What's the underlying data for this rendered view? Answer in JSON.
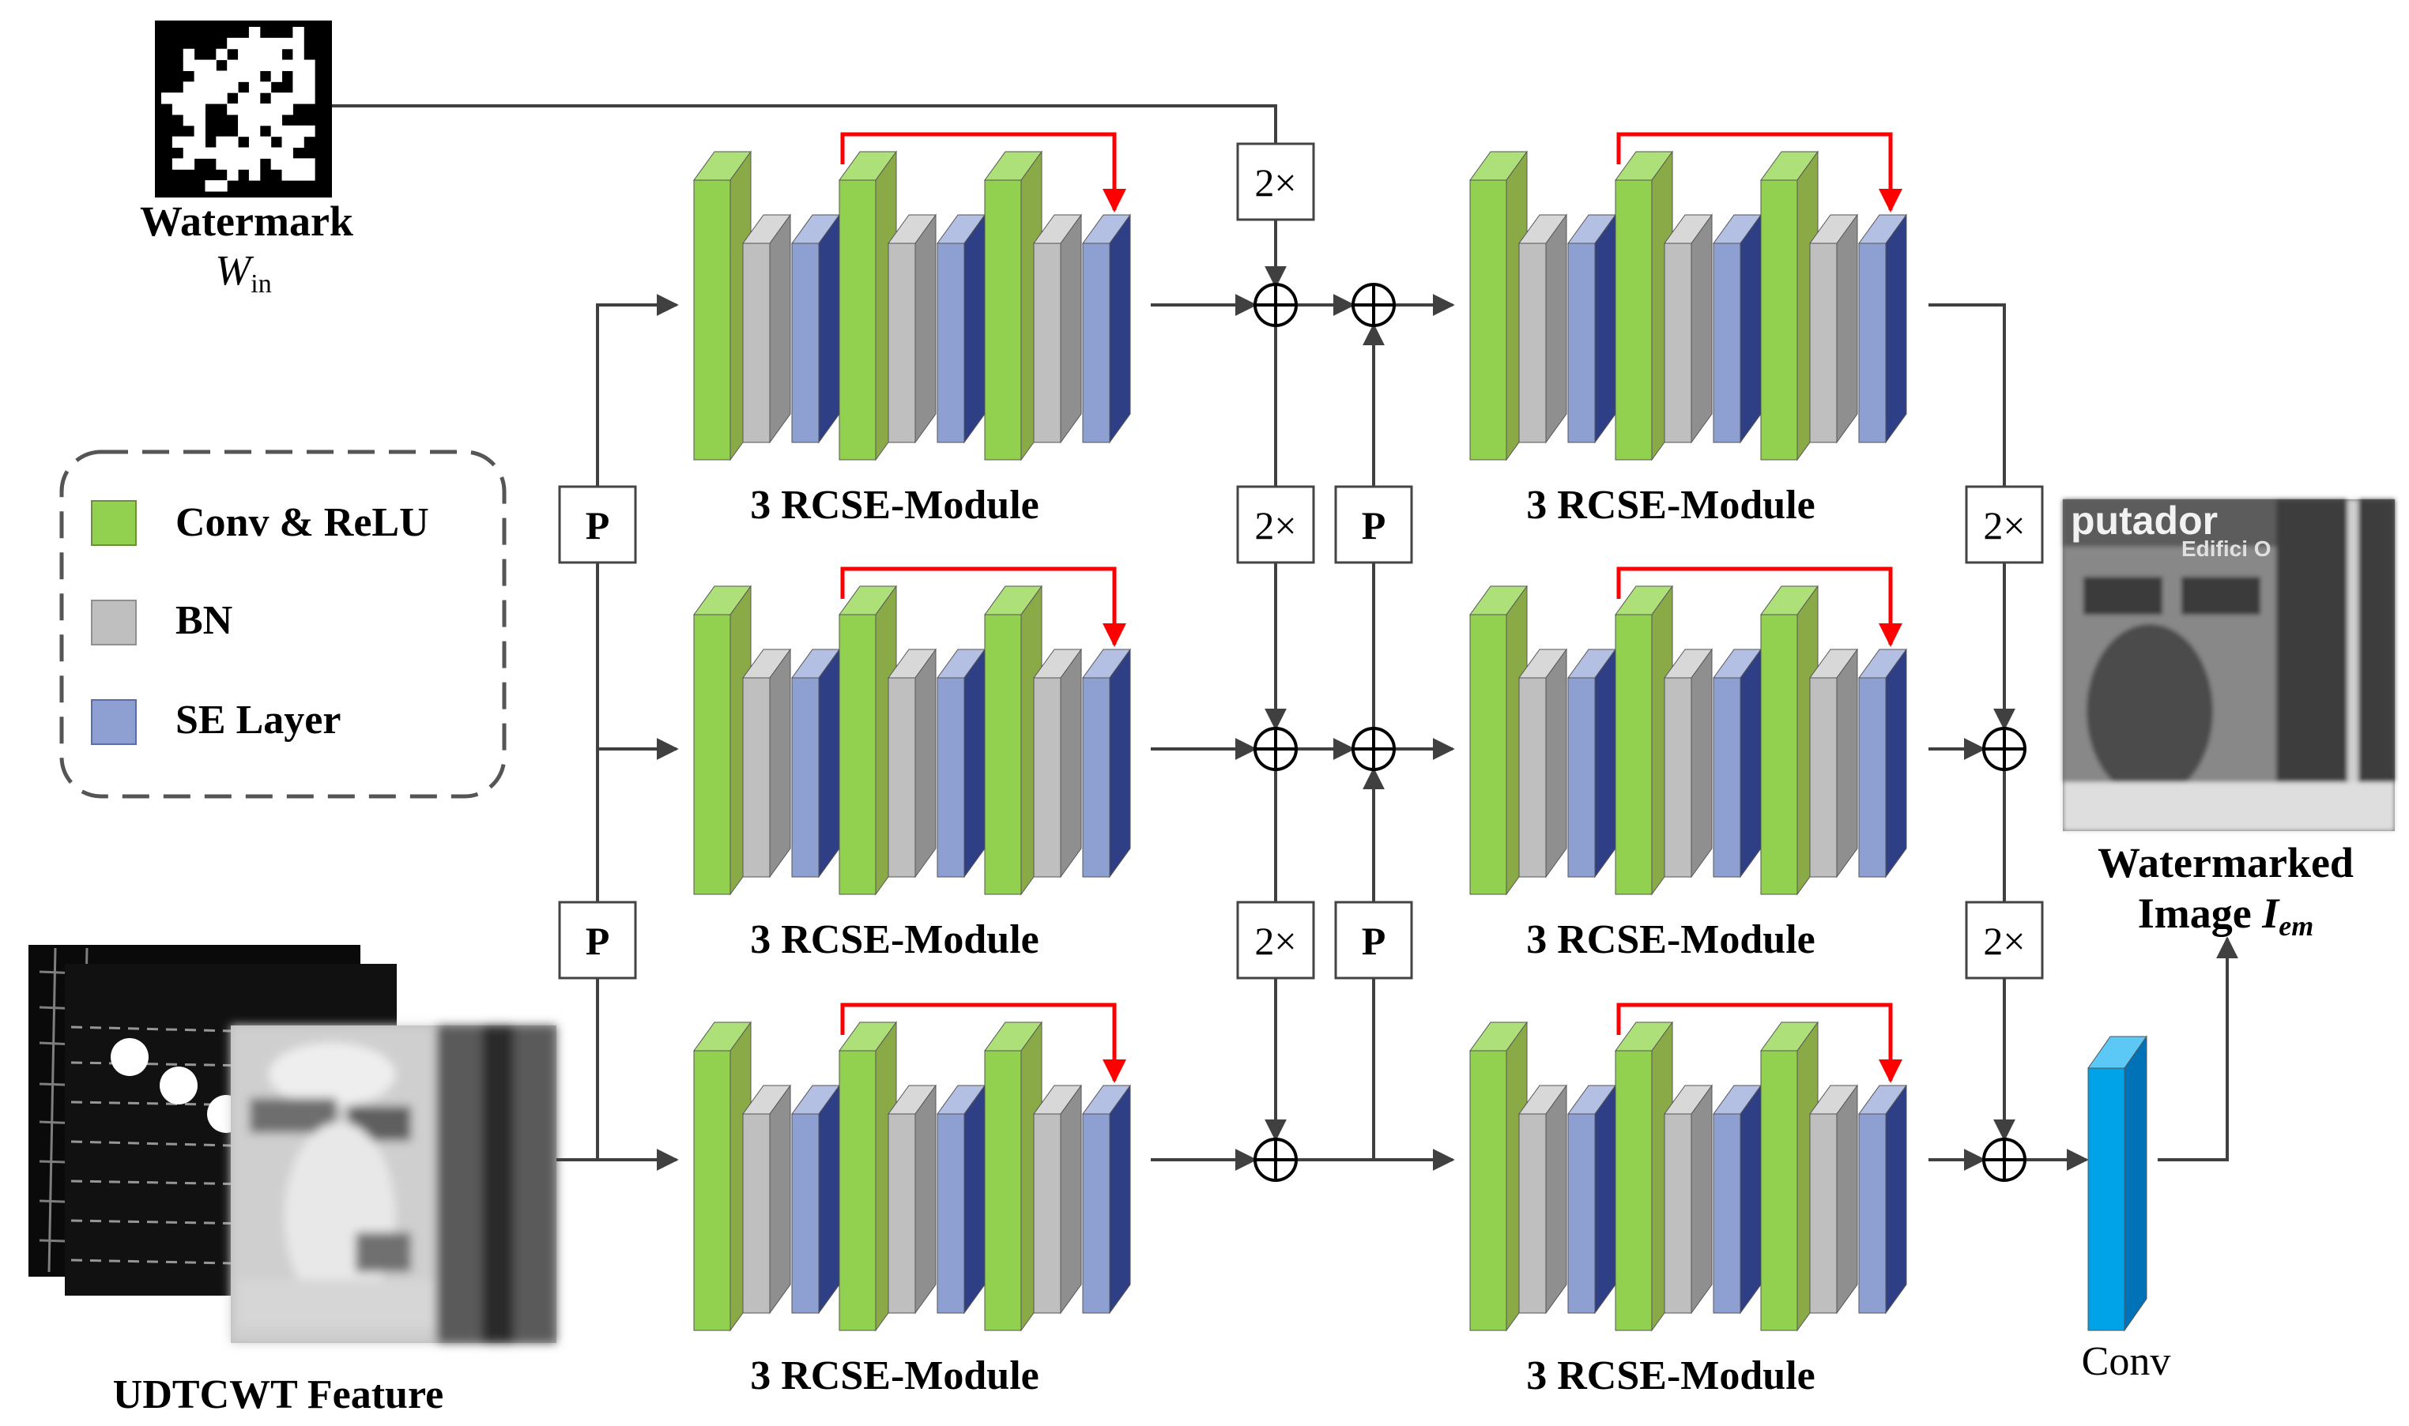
{
  "watermark": {
    "label": "Watermark",
    "symbol": "W",
    "subscript": "in",
    "bitmap": [
      "000000001000100",
      "000000111111100",
      "001001011110100",
      "001110111111110",
      "000111111010110",
      "001111101100110",
      "111111011011110",
      "011100111111000",
      "001100011110000",
      "000100011011110",
      "011101101101100",
      "001111111111000",
      "011001111011110",
      "000000101001110",
      "000011000000000"
    ]
  },
  "legend": {
    "items": [
      {
        "label": "Conv & ReLU",
        "color": "#92d050"
      },
      {
        "label": "BN",
        "color": "#bfbfbf"
      },
      {
        "label": "SE Layer",
        "color": "#8ea0d2"
      }
    ]
  },
  "modules": {
    "label": "3 RCSE-Module"
  },
  "ops": {
    "pool": "P",
    "upsample": "2×"
  },
  "feature": {
    "label": "UDTCWT Feature"
  },
  "output": {
    "line1": "Watermarked",
    "line2_text": "Image ",
    "line2_symbol": "I",
    "line2_subscript": "em",
    "conv_label": "Conv"
  },
  "colors": {
    "conv_front": "#92d050",
    "conv_side": "#8aaa48",
    "conv_top": "#aee07a",
    "bn_front": "#bfbfbf",
    "bn_side": "#8f8f8f",
    "bn_top": "#d8d8d8",
    "se_front": "#8ea0d2",
    "se_side": "#2e3f85",
    "se_top": "#b3bfe3",
    "skip_arrow": "#ff0000",
    "line": "#404040",
    "out_conv_front": "#00a2e8",
    "out_conv_side": "#0072b8",
    "out_conv_top": "#5cc8f5"
  }
}
